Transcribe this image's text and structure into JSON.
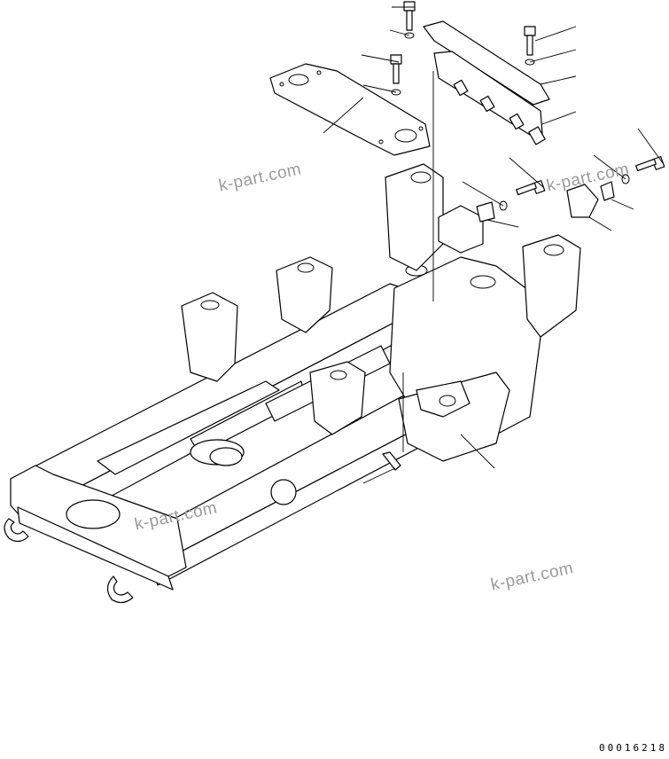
{
  "watermarks": [
    "k-part.com",
    "k-part.com",
    "k-part.com",
    "k-part.com"
  ],
  "drawing_number": "00016218",
  "colors": {
    "line": "#000000",
    "background": "#ffffff",
    "watermark": "#9a9a9a"
  }
}
